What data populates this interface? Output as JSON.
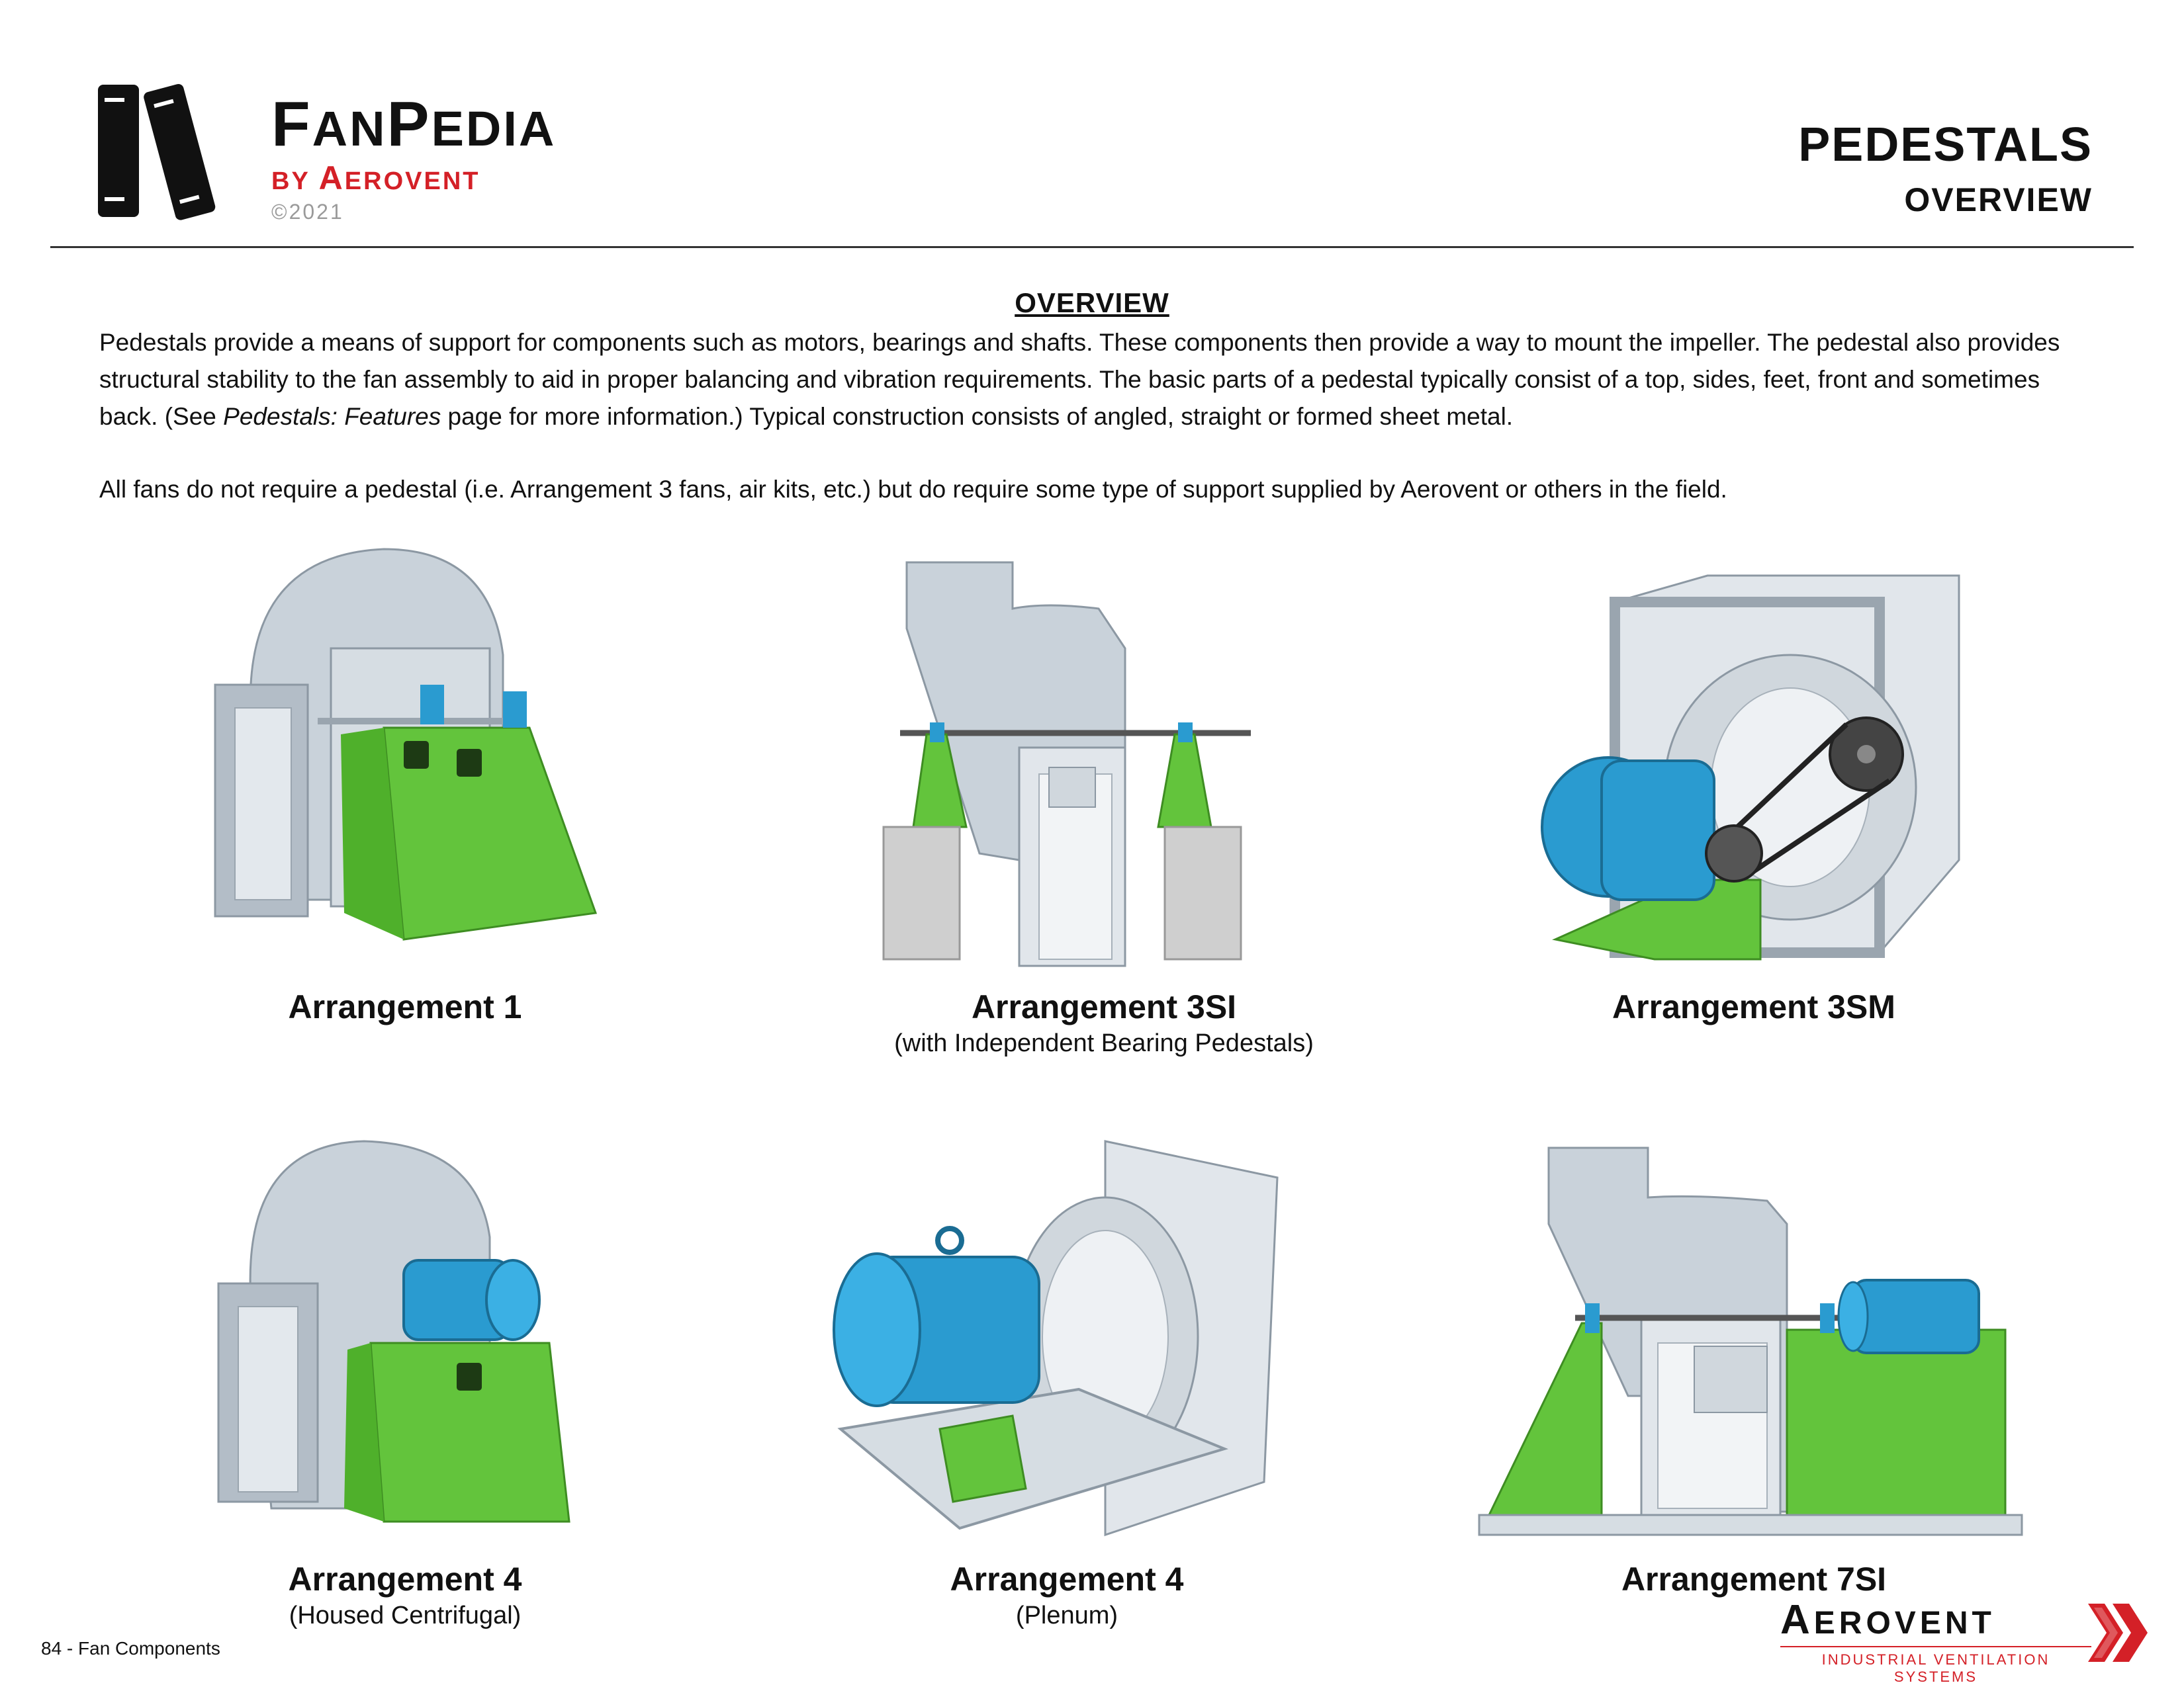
{
  "header": {
    "brand_first": "F",
    "brand_first_rest": "AN",
    "brand_second": "P",
    "brand_second_rest": "EDIA",
    "by_line_prefix": "BY ",
    "by_line_first": "A",
    "by_line_rest": "EROVENT",
    "copyright": "©2021",
    "page_title": "PEDESTALS",
    "page_subtitle": "OVERVIEW"
  },
  "overview": {
    "heading": "OVERVIEW",
    "para1_a": "Pedestals provide a means of support for components such as motors, bearings and shafts. These components then provide a way to mount the impeller. The pedestal also provides structural stability to the fan assembly to aid in proper balancing and vibration requirements. The basic parts of a pedestal typically consist of a top, sides, feet, front and sometimes back. (See ",
    "para1_em": "Pedestals: Features",
    "para1_b": " page for more information.) Typical construction consists of angled, straight or formed sheet metal.",
    "para2": "All fans do not require a pedestal (i.e. Arrangement 3 fans, air kits, etc.) but do require some type of support supplied by Aerovent or others in the field."
  },
  "figures": [
    {
      "title": "Arrangement 1",
      "subtitle": ""
    },
    {
      "title": "Arrangement 3SI",
      "subtitle": "(with Independent Bearing Pedestals)"
    },
    {
      "title": "Arrangement 3SM",
      "subtitle": ""
    },
    {
      "title": "Arrangement 4",
      "subtitle": "(Housed Centrifugal)"
    },
    {
      "title": "Arrangement 4",
      "subtitle": "(Plenum)"
    },
    {
      "title": "Arrangement 7SI",
      "subtitle": ""
    }
  ],
  "footer": {
    "page_label": "84 - Fan Components",
    "logo_first": "A",
    "logo_rest": "EROVENT",
    "tagline": "INDUSTRIAL VENTILATION SYSTEMS"
  },
  "colors": {
    "pedestal_green": "#63c43c",
    "housing_gray": "#c9d2da",
    "motor_blue": "#2a9bd0",
    "brand_red": "#d42027"
  }
}
